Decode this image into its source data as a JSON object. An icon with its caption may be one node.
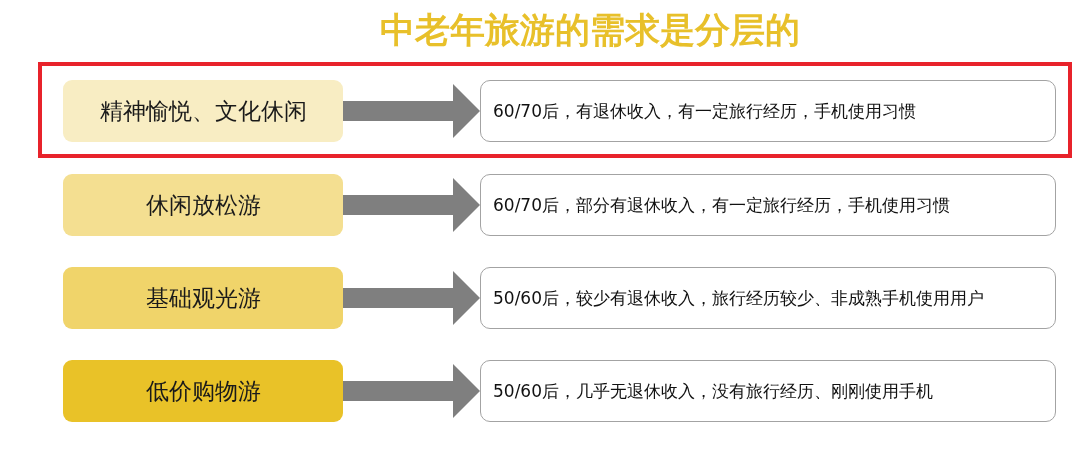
{
  "diagram": {
    "title": "中老年旅游的需求是分层的",
    "nodes": [
      {
        "text": [],
        "shape": "box"
      },
      {
        "text": [
          "精神愉悦、文化休闲"
        ],
        "in": 0
      },
      {
        "text": [
          "60/70后，有退休收入，有一定旅行经历，手机使用习惯"
        ],
        "in": 0
      },
      {
        "text": [
          "休闲放松游"
        ]
      },
      {
        "text": [
          "60/70后，部分有退休收入，有一定旅行经历，手机使用习惯"
        ]
      },
      {
        "text": [
          "基础观光游"
        ]
      },
      {
        "text": [
          "50/60后，较少有退休收入，旅行经历较少、非成熟手机使用用户"
        ]
      },
      {
        "text": [
          "低价购物游"
        ]
      },
      {
        "text": [
          "50/60后，几乎无退休收入，没有旅行经历、刚刚使用手机"
        ]
      }
    ],
    "edges": [
      {
        "from": 1,
        "to": 2,
        "arrow": "to"
      },
      {
        "from": 3,
        "to": 4,
        "arrow": "to"
      },
      {
        "from": 5,
        "to": 6,
        "arrow": "to"
      },
      {
        "from": 7,
        "to": 8,
        "arrow": "to"
      }
    ]
  }
}
